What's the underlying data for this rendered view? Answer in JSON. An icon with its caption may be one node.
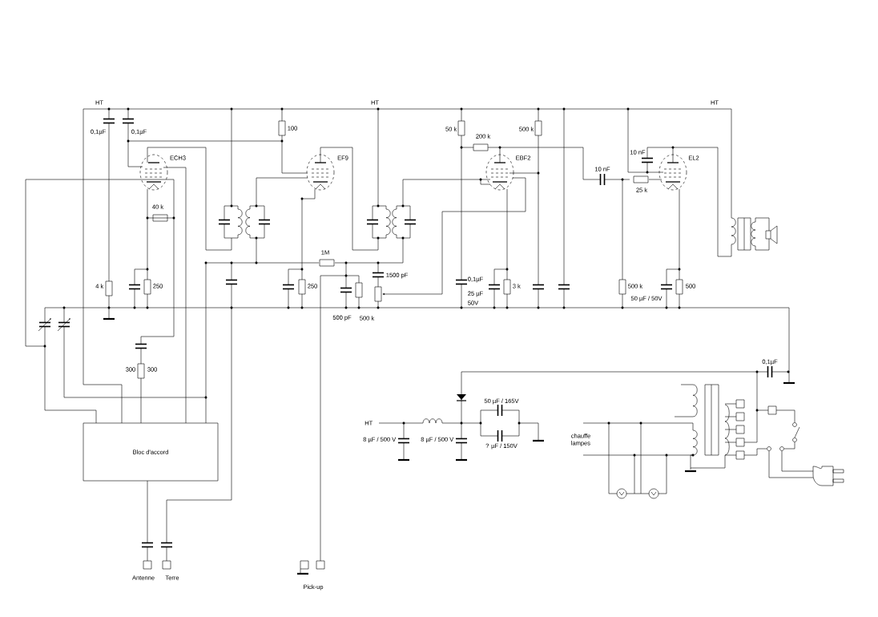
{
  "diagram": {
    "nodes": [
      {
        "text": [
          "Bloc d'accord"
        ]
      }
    ],
    "labels": [
      "HT",
      "HT",
      "HT",
      "0,1µF",
      "0,1µF",
      "100",
      "50 k",
      "500 k",
      "200 k",
      "10 nF",
      "ECH3",
      "EF9",
      "EBF2",
      "EL2",
      "10 nF",
      "25 k",
      "40 k",
      "1M",
      "1500 pF",
      "0,1µF",
      "4 k",
      "250",
      "250",
      "3 k",
      "500 k",
      "500",
      "25 µF",
      "50 µF / 50V",
      "50V",
      "500 pF",
      "500 k",
      "0,1µF",
      "300",
      "300",
      "50 µF / 165V",
      "HT",
      "8 µF / 500 V",
      "8 µF / 500 V",
      "chauffe lampes",
      "? µF / 150V",
      "Antenne",
      "Terre",
      "Pick-up"
    ]
  }
}
